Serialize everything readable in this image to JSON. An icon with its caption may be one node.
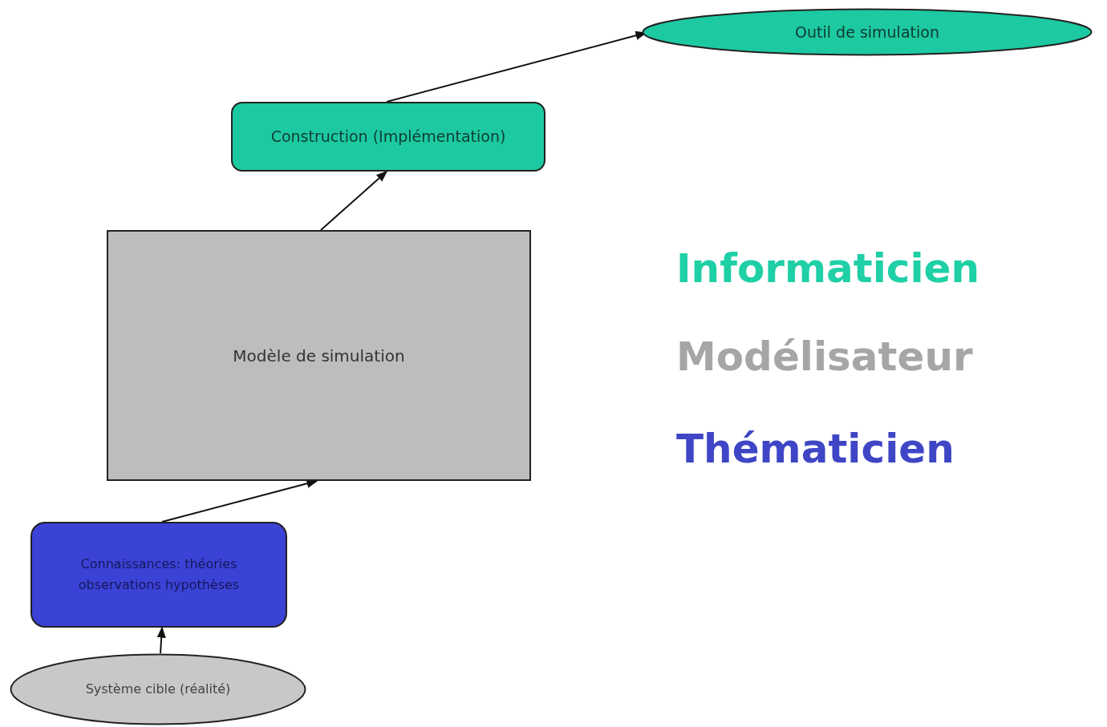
{
  "diagram": {
    "nodes": [
      {
        "text": [
          "Outil de simulation"
        ]
      },
      {
        "text": [
          "Construction (Implémentation)"
        ]
      },
      {
        "text": [
          "Modèle de simulation"
        ]
      },
      {
        "text": [
          "Connaissances: théories observations hypothèses"
        ]
      },
      {
        "text": [
          "Système cible (réalité)"
        ]
      }
    ],
    "edges": [
      {
        "from": 4,
        "to": 3,
        "arrow": "to"
      },
      {
        "from": 3,
        "to": 2,
        "arrow": "to"
      },
      {
        "from": 2,
        "to": 1,
        "arrow": "to"
      },
      {
        "from": 1,
        "to": 0,
        "arrow": "to"
      }
    ],
    "labels": [
      "Informaticien",
      "Modélisateur",
      "Thématicien"
    ]
  }
}
